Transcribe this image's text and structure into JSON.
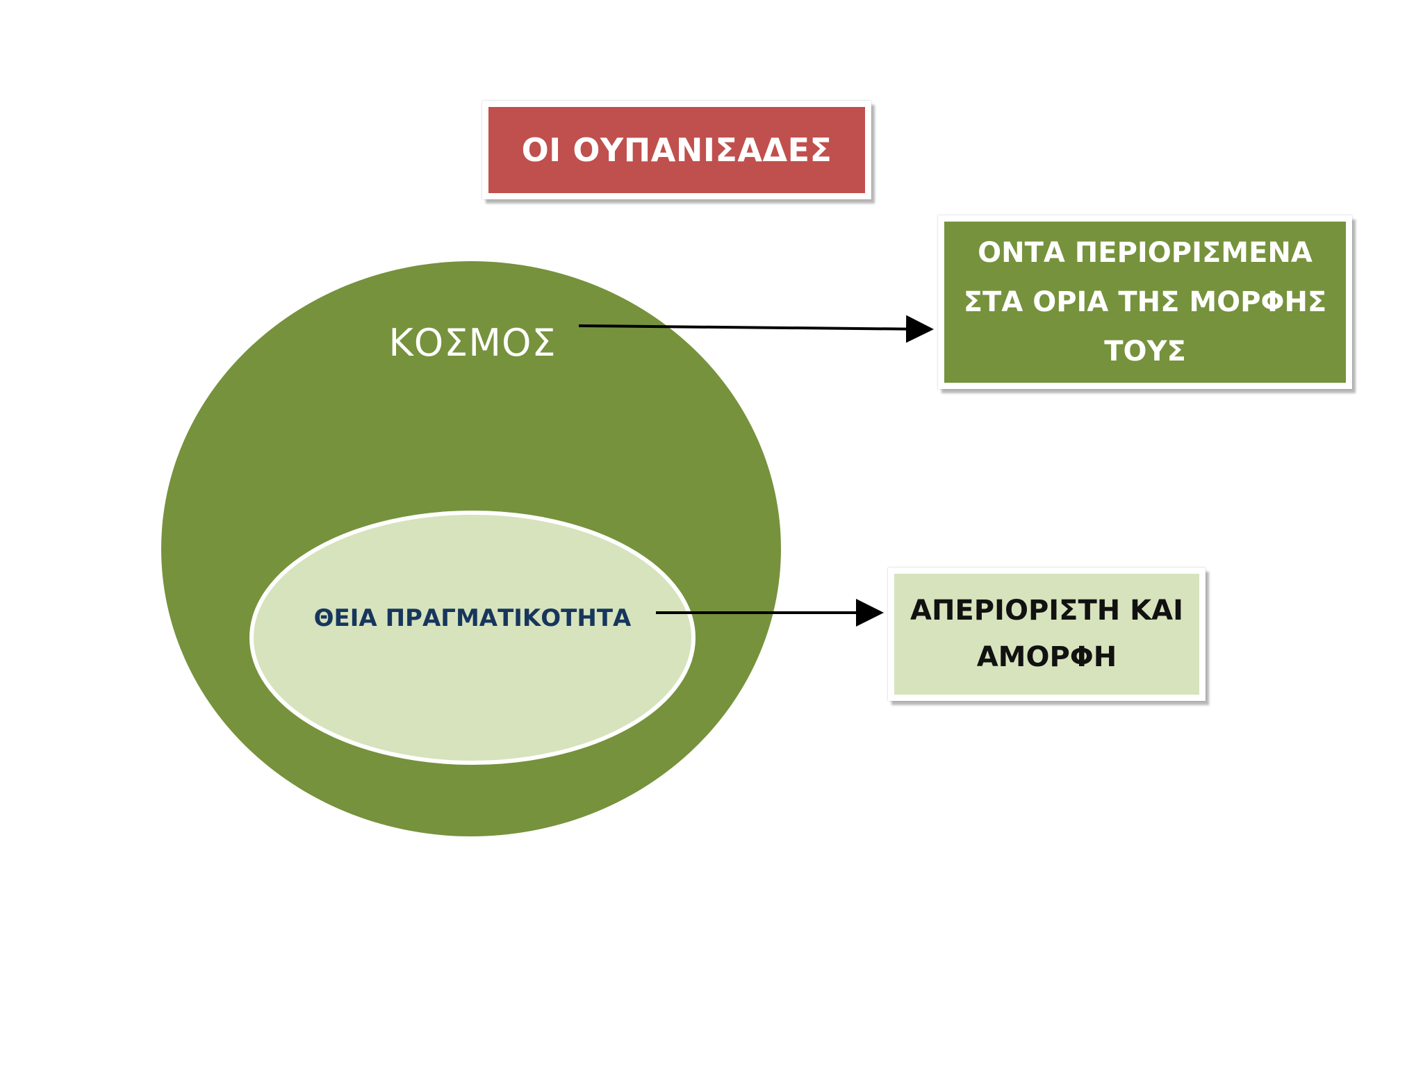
{
  "title": "ΟΙ ΟΥΠΑΝΙΣΑΔΕΣ",
  "outer_circle": {
    "label": "ΚΟΣΜΟΣ"
  },
  "inner_ellipse": {
    "label": "ΘΕΙΑ ΠΡΑΓΜΑΤΙΚΟΤΗΤΑ"
  },
  "limited_box": {
    "text": "ΟΝΤΑ ΠΕΡΙΟΡΙΣΜΕΝΑ ΣΤΑ ΟΡΙΑ ΤΗΣ ΜΟΡΦΗΣ ΤΟΥΣ"
  },
  "unlimited_box": {
    "text": "ΑΠΕΡΙΟΡΙΣΤΗ ΚΑΙ ΑΜΟΡΦΗ"
  },
  "colors": {
    "title_fill": "#c0504d",
    "outer_circle_fill": "#76923c",
    "inner_ellipse_fill": "#d6e3bc",
    "limited_box_fill": "#76923c",
    "unlimited_box_fill": "#d6e3bc",
    "arrow": "#000000"
  }
}
